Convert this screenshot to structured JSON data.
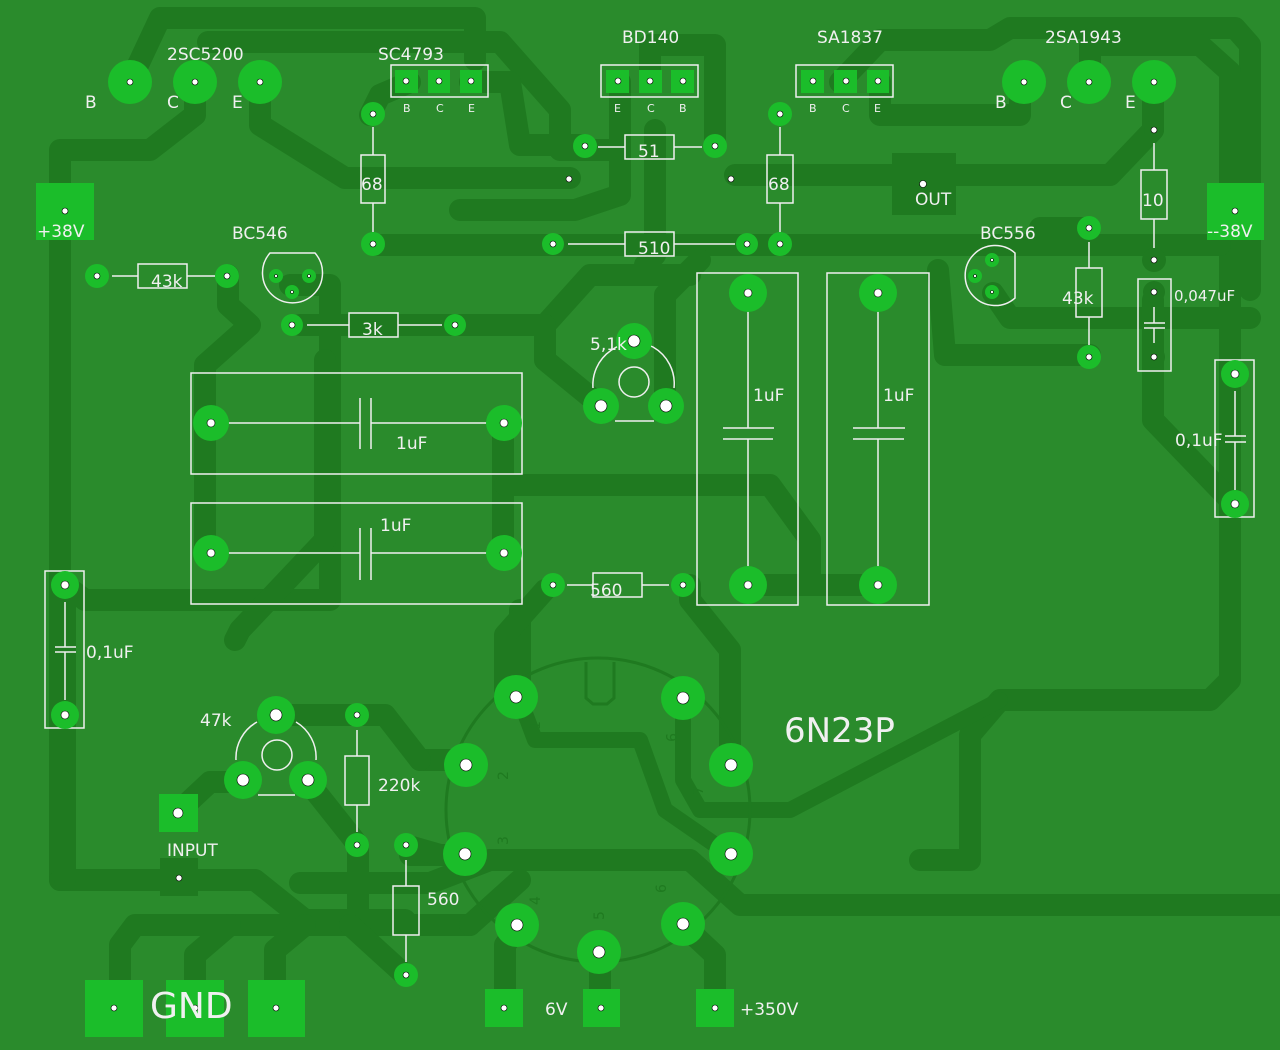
{
  "board": {
    "title": "6N23P",
    "colors": {
      "substrate": "#2a8b2c",
      "trace": "#1f7a20",
      "pad": "#1bbd2a",
      "silkscreen": "#f0f0f0"
    }
  },
  "transistors": {
    "q_2sc5200": {
      "name": "2SC5200",
      "pins": [
        "B",
        "C",
        "E"
      ]
    },
    "q_sc4793": {
      "name": "SC4793",
      "pins": [
        "B",
        "C",
        "E"
      ]
    },
    "q_bd140": {
      "name": "BD140",
      "pins": [
        "E",
        "C",
        "B"
      ]
    },
    "q_sa1837": {
      "name": "SA1837",
      "pins": [
        "B",
        "C",
        "E"
      ]
    },
    "q_2sa1943": {
      "name": "2SA1943",
      "pins": [
        "B",
        "C",
        "E"
      ]
    },
    "q_bc546": {
      "name": "BC546"
    },
    "q_bc556": {
      "name": "BC556"
    }
  },
  "resistors": {
    "r_68_left": "68",
    "r_68_right": "68",
    "r_51": "51",
    "r_510": "510",
    "r_43k_left": "43k",
    "r_43k_right": "43k",
    "r_3k": "3k",
    "r_10": "10",
    "r_560_mid": "560",
    "r_220k": "220k",
    "r_560_bottom": "560"
  },
  "potentiometers": {
    "pot_5_1k": "5,1k",
    "pot_47k": "47k"
  },
  "capacitors": {
    "c_1uf_h1": "1uF",
    "c_1uf_h2": "1uF",
    "c_1uf_v1": "1uF",
    "c_1uf_v2": "1uF",
    "c_0_1uf_left": "0,1uF",
    "c_0_1uf_right": "0,1uF",
    "c_0_047uf": "0,047uF"
  },
  "tube": {
    "name": "6N23P",
    "pin_numbers": [
      "1",
      "2",
      "3",
      "4",
      "5",
      "6",
      "7",
      "8",
      "9"
    ]
  },
  "connectors": {
    "plus_38v": "+38V",
    "minus_38v": "--38V",
    "out": "OUT",
    "input": "INPUT",
    "gnd": "GND",
    "heater": "6V",
    "hv": "+350V"
  }
}
